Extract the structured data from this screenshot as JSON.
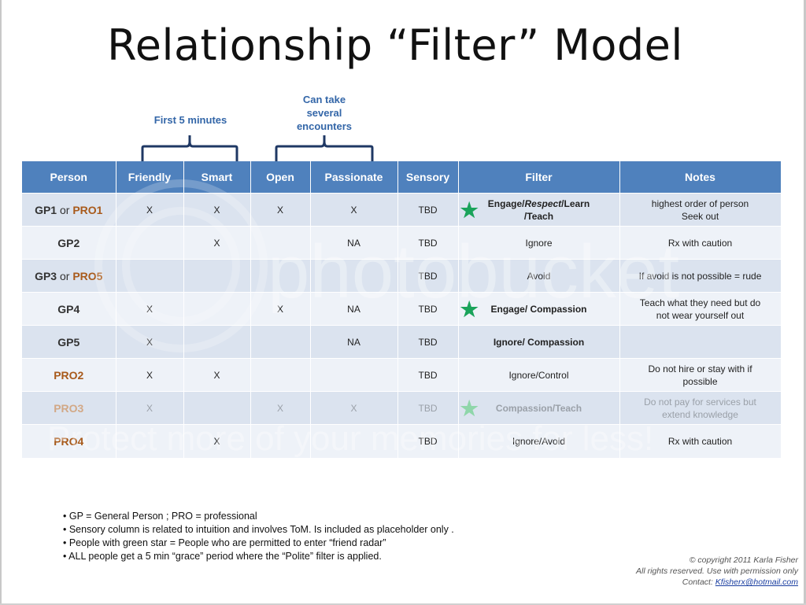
{
  "title": "Relationship “Filter” Model",
  "group_labels": {
    "first": "First 5 minutes",
    "second_lines": [
      "Can take",
      "several",
      "encounters"
    ]
  },
  "columns": [
    "Person",
    "Friendly",
    "Smart",
    "Open",
    "Passionate",
    "Sensory",
    "Filter",
    "Notes"
  ],
  "rows": [
    {
      "person_a": "GP1",
      "or": " or ",
      "person_b": "PRO1",
      "friendly": "X",
      "smart": "X",
      "open": "X",
      "passionate": "X",
      "sensory": "TBD",
      "star": true,
      "filter_lines": [
        "Engage/",
        "Respect",
        "/Learn",
        "/Teach"
      ],
      "notes_lines": [
        "highest order of person",
        "Seek out"
      ]
    },
    {
      "person_a": "GP2",
      "or": "",
      "person_b": "",
      "friendly": "",
      "smart": "X",
      "open": "",
      "passionate": "NA",
      "sensory": "TBD",
      "star": false,
      "filter": "Ignore",
      "notes_lines": [
        "Rx with caution"
      ]
    },
    {
      "person_a": "GP3",
      "or": " or ",
      "person_b": "PRO5",
      "friendly": "",
      "smart": "",
      "open": "",
      "passionate": "",
      "sensory": "TBD",
      "star": false,
      "filter": "Avoid",
      "notes_lines": [
        "If avoid is not possible = rude"
      ]
    },
    {
      "person_a": "GP4",
      "or": "",
      "person_b": "",
      "friendly": "X",
      "smart": "",
      "open": "X",
      "passionate": "NA",
      "sensory": "TBD",
      "star": true,
      "filter": "Engage/ Compassion",
      "notes_lines": [
        "Teach what they need but do",
        "not wear yourself out"
      ]
    },
    {
      "person_a": "GP5",
      "or": "",
      "person_b": "",
      "friendly": "X",
      "smart": "",
      "open": "",
      "passionate": "NA",
      "sensory": "TBD",
      "star": false,
      "filter": "Ignore/ Compassion",
      "notes_lines": []
    },
    {
      "person_a": "",
      "or": "",
      "person_b": "PRO2",
      "friendly": "X",
      "smart": "X",
      "open": "",
      "passionate": "",
      "sensory": "TBD",
      "star": false,
      "filter": "Ignore/Control",
      "notes_lines": [
        "Do not hire or stay with if",
        "possible"
      ]
    },
    {
      "person_a": "",
      "or": "",
      "person_b": "PRO3",
      "friendly": "X",
      "smart": "",
      "open": "X",
      "passionate": "X",
      "sensory": "TBD",
      "star": true,
      "filter": "Compassion/Teach",
      "notes_lines": [
        "Do not pay for services but",
        "extend knowledge"
      ]
    },
    {
      "person_a": "",
      "or": "",
      "person_b": "PRO4",
      "friendly": "",
      "smart": "X",
      "open": "",
      "passionate": "",
      "sensory": "TBD",
      "star": false,
      "filter": "Ignore/Avoid",
      "notes_lines": [
        "Rx with caution"
      ]
    }
  ],
  "notes": [
    "• GP = General Person ; PRO = professional",
    "• Sensory column is related to intuition and involves ToM.  Is included as placeholder only .",
    "• People with green star = People who are permitted to enter “friend radar”",
    "• ALL people get a 5 min “grace” period where the “Polite” filter is applied."
  ],
  "copyright": {
    "line1": "© copyright 2011 Karla Fisher",
    "line2": "All rights reserved. Use with permission only",
    "contact_label": "Contact:  ",
    "email": "Kfisherx@hotmail.com"
  },
  "watermark": {
    "brand": "photobucket",
    "tagline": "Protect more of your memories for less!"
  },
  "colors": {
    "header": "#4f81bd",
    "row_dark": "#dbe3ef",
    "row_light": "#eef2f8",
    "pro_text": "#a85a1b",
    "star": "#1aa35a",
    "group_label": "#3366a8"
  },
  "icons": {
    "star": "star-icon",
    "brace": "brace-icon"
  }
}
